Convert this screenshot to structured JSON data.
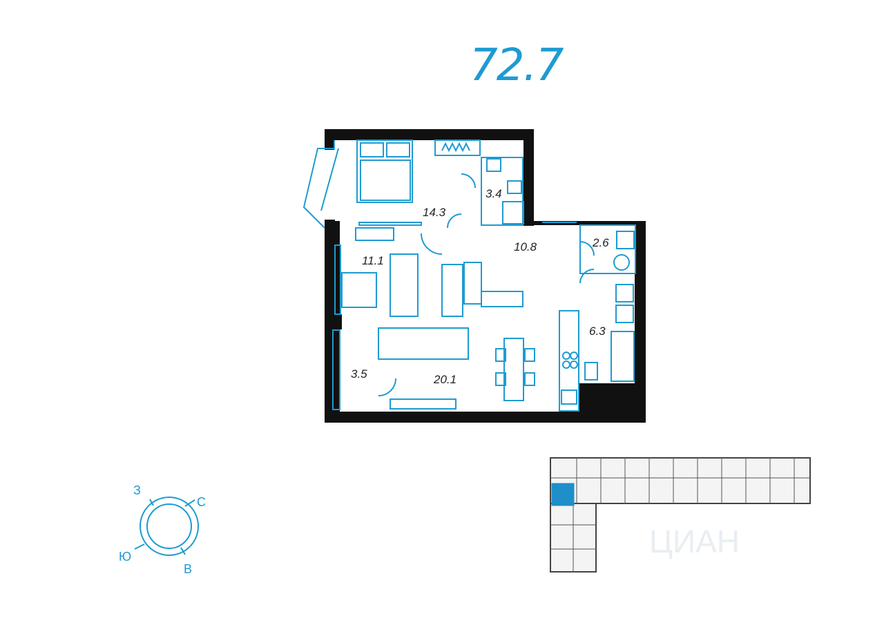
{
  "total_area": "72.7",
  "rooms": [
    {
      "id": "bedroom",
      "area": "14.3"
    },
    {
      "id": "bathroom-small",
      "area": "3.4"
    },
    {
      "id": "hall",
      "area": "10.8"
    },
    {
      "id": "wc",
      "area": "2.6"
    },
    {
      "id": "room",
      "area": "11.1"
    },
    {
      "id": "bathroom",
      "area": "6.3"
    },
    {
      "id": "balcony",
      "area": "3.5"
    },
    {
      "id": "kitchen-living",
      "area": "20.1"
    }
  ],
  "compass": {
    "north": "С",
    "south": "Ю",
    "west": "З",
    "east": "В"
  },
  "watermark": "ЦИАН",
  "colors": {
    "accent": "#1e9bd1",
    "wall": "#111111",
    "highlight": "#1e8fc9"
  }
}
